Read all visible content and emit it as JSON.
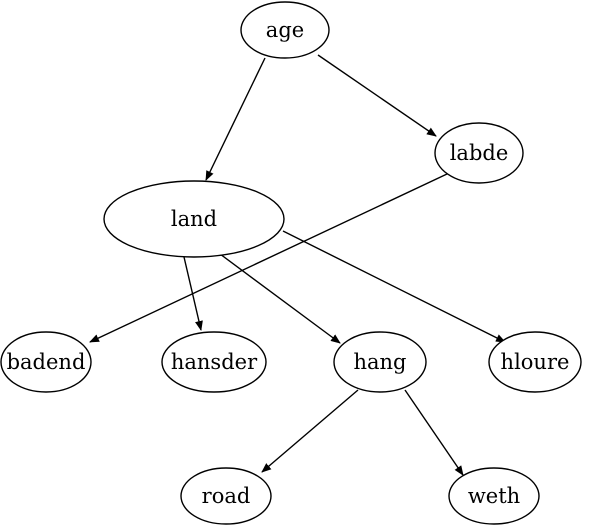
{
  "nodes": [
    {
      "id": "age",
      "label": "age"
    },
    {
      "id": "labde",
      "label": "labde"
    },
    {
      "id": "land",
      "label": "land"
    },
    {
      "id": "badend",
      "label": "badend"
    },
    {
      "id": "hansder",
      "label": "hansder"
    },
    {
      "id": "hang",
      "label": "hang"
    },
    {
      "id": "hloure",
      "label": "hloure"
    },
    {
      "id": "road",
      "label": "road"
    },
    {
      "id": "weth",
      "label": "weth"
    }
  ],
  "edges": [
    {
      "from": "age",
      "to": "land"
    },
    {
      "from": "age",
      "to": "labde"
    },
    {
      "from": "labde",
      "to": "badend"
    },
    {
      "from": "land",
      "to": "hansder"
    },
    {
      "from": "land",
      "to": "hang"
    },
    {
      "from": "land",
      "to": "hloure"
    },
    {
      "from": "hang",
      "to": "road"
    },
    {
      "from": "hang",
      "to": "weth"
    }
  ],
  "colors": {
    "stroke": "#000000",
    "fill": "#ffffff"
  }
}
